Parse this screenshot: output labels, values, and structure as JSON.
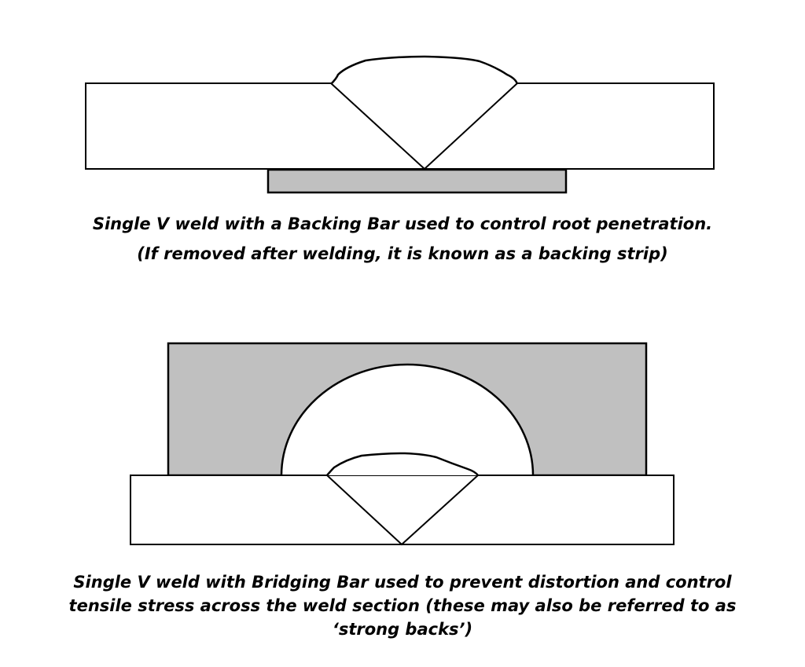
{
  "colors": {
    "bar_fill": "#c0c0c0",
    "line": "#000000",
    "plate_fill": "#ffffff"
  },
  "caption_top": {
    "line1": "Single V weld with a Backing Bar used to control root penetration.",
    "line2": "(If removed after welding, it is known as a backing strip)"
  },
  "caption_bottom": {
    "line1": "Single V weld with Bridging Bar used to prevent distortion and control",
    "line2": "tensile stress across the weld section (these may also be referred to as",
    "line3": "‘strong backs’)"
  }
}
